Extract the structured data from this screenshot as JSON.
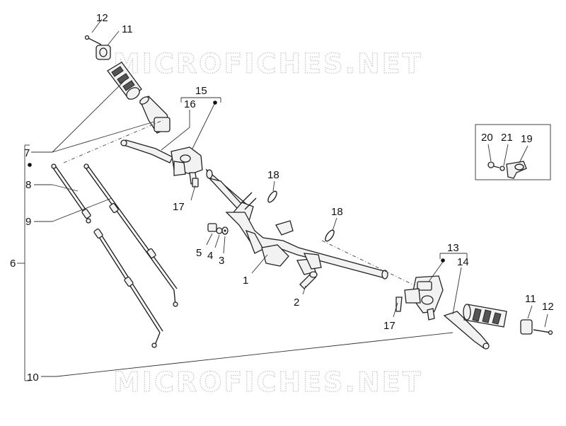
{
  "watermark": {
    "text": "MICROFICHES.NET"
  },
  "callouts": {
    "c1": "1",
    "c2": "2",
    "c3": "3",
    "c4": "4",
    "c5": "5",
    "c6": "6",
    "c7": "7",
    "c8": "8",
    "c9": "9",
    "c10": "10",
    "c11_top": "11",
    "c12_top": "12",
    "c13": "13",
    "c14": "14",
    "c15": "15",
    "c16": "16",
    "c17_left": "17",
    "c17_right": "17",
    "c18_left": "18",
    "c18_right": "18",
    "c19": "19",
    "c20": "20",
    "c21": "21",
    "c11_right": "11",
    "c12_right": "12"
  }
}
